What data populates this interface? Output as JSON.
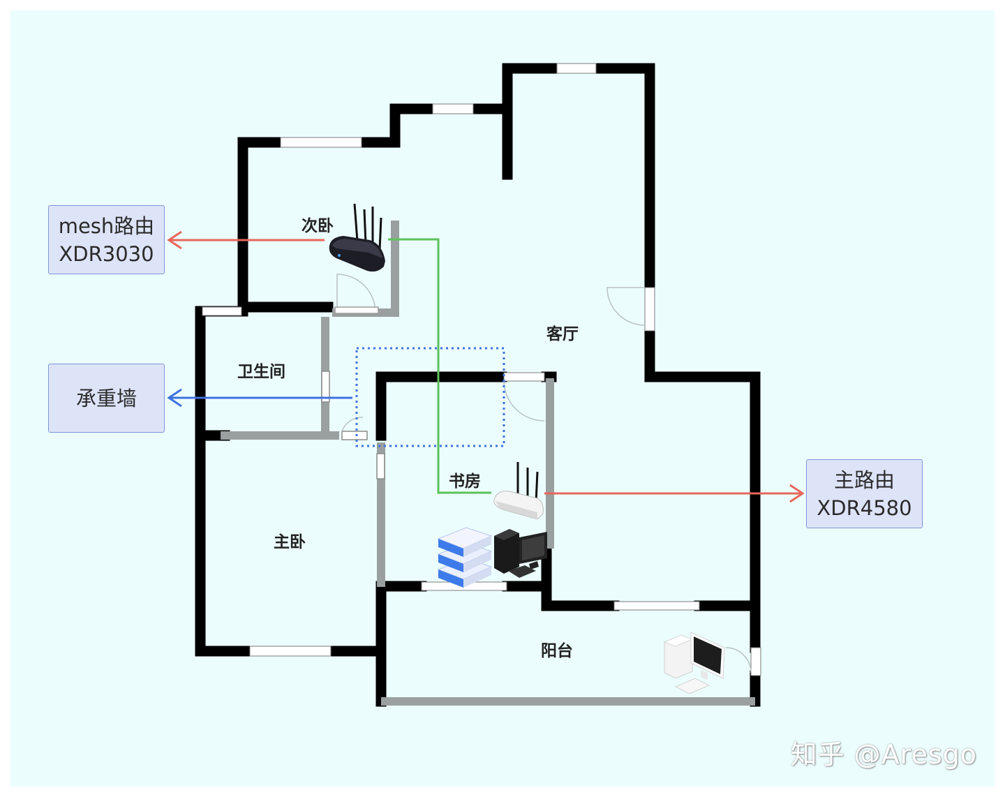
{
  "rooms": {
    "second_bedroom": "次卧",
    "living_room": "客厅",
    "bathroom": "卫生间",
    "study": "书房",
    "master_bedroom": "主卧",
    "balcony": "阳台"
  },
  "callouts": {
    "mesh_router": {
      "line1": "mesh路由",
      "line2": "XDR3030"
    },
    "load_bearing_wall": {
      "line1": "承重墙"
    },
    "main_router": {
      "line1": "主路由",
      "line2": "XDR4580"
    }
  },
  "colors": {
    "background": "#ecfdfd",
    "wall": "#000000",
    "partition": "#9aa0a0",
    "router_link": "#e8665c",
    "wall_arrow": "#3f72e0",
    "cable": "#5cc25a",
    "highlight_box": "#3f72e0",
    "label_box_fill": "#dde4f8",
    "label_box_border": "#7f95d6"
  },
  "icons": {
    "mesh_router": "black-router-icon",
    "main_router": "white-router-icon",
    "servers": "server-stack-icon",
    "desktop_black": "desktop-computer-icon",
    "desktop_white": "desktop-computer-icon"
  },
  "watermark": "知乎 @Aresgo"
}
